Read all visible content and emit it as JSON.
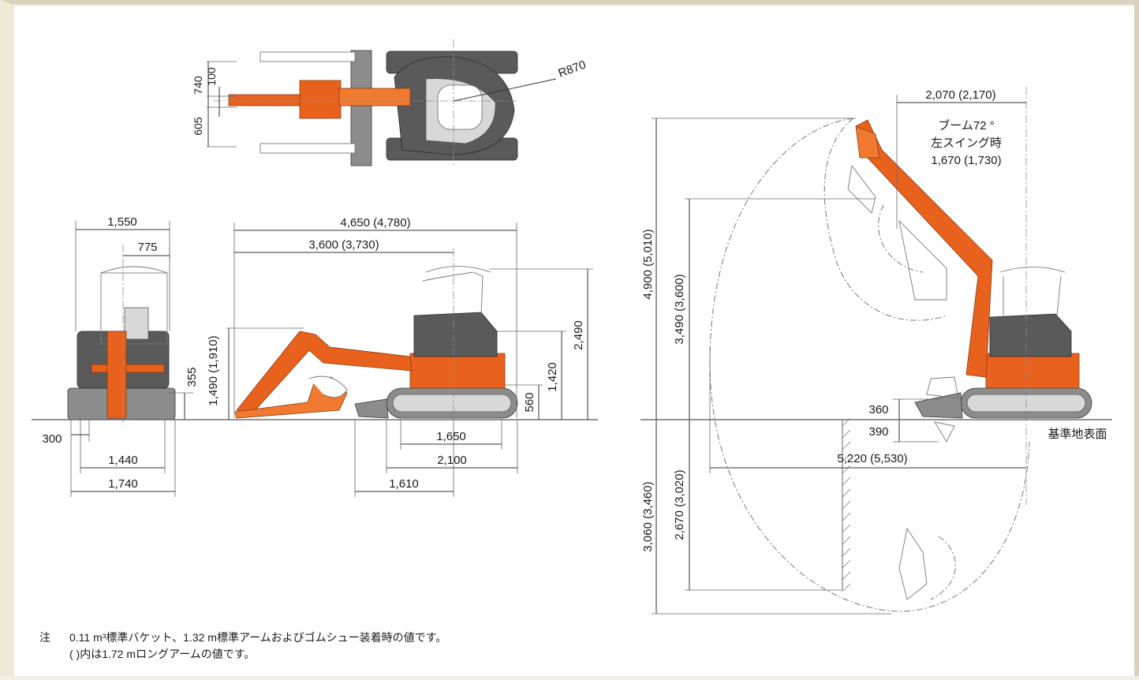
{
  "dims": {
    "radius": "R870",
    "top_740": "740",
    "top_100": "100",
    "top_605": "605",
    "front_1550": "1,550",
    "front_775": "775",
    "front_355": "355",
    "front_300": "300",
    "front_1440": "1,440",
    "front_1740": "1,740",
    "side_4650": "4,650 (4,780)",
    "side_3600": "3,600 (3,730)",
    "side_1490": "1,490 (1,910)",
    "side_2490": "2,490",
    "side_1420": "1,420",
    "side_560": "560",
    "side_1650": "1,650",
    "side_2100": "2,100",
    "side_1610": "1,610",
    "reach_2070": "2,070 (2,170)",
    "swing_line1": "ブーム72 °",
    "swing_line2": "左スイング時",
    "swing_line3": "1,670 (1,730)",
    "reach_4900": "4,900 (5,010)",
    "reach_3490": "3,490 (3,600)",
    "reach_360": "360",
    "reach_390": "390",
    "ground_label": "基準地表面",
    "reach_5220": "5,220 (5,530)",
    "reach_3060": "3,060 (3,460)",
    "reach_2670": "2,670 (3,020)"
  },
  "note": {
    "mark": "注",
    "line1": "0.11 m³標準バケット、1.32 m標準アームおよびゴムシュー装着時の値です。",
    "line2": "( )内は1.72 mロングアームの値です。"
  }
}
